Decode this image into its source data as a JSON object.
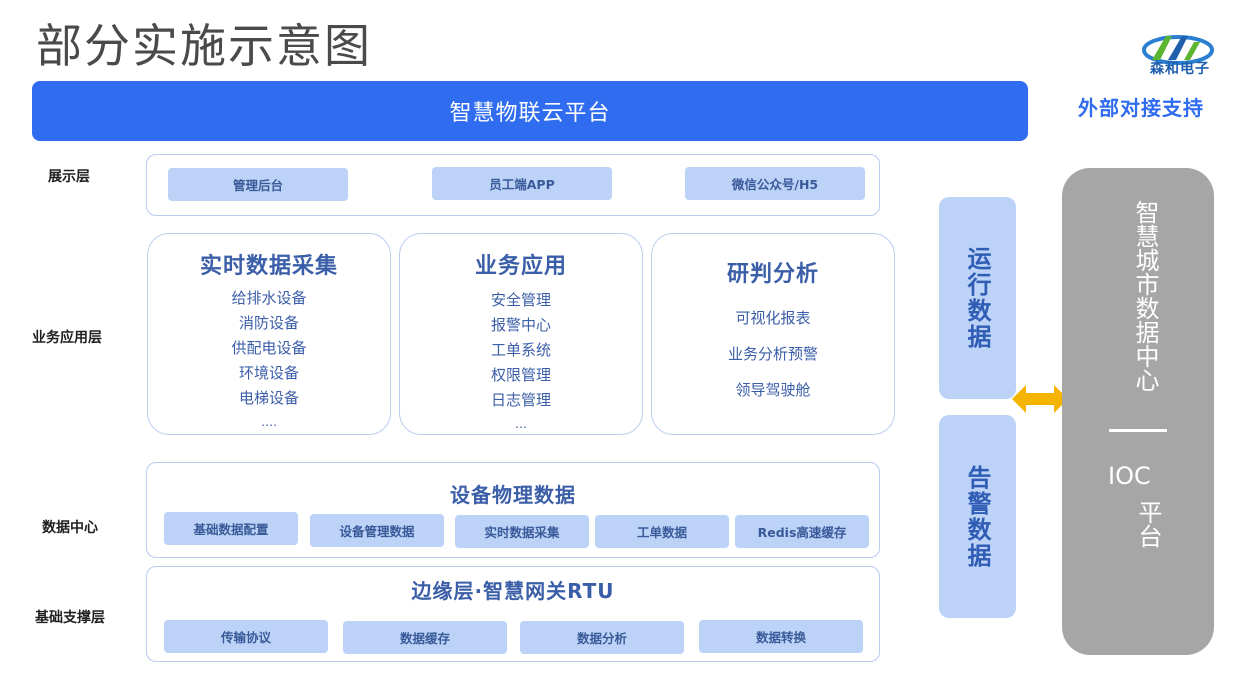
{
  "page": {
    "title": "部分实施示意图",
    "logo_text": "森和电子"
  },
  "banner": {
    "label": "智慧物联云平台"
  },
  "external": {
    "title": "外部对接支持"
  },
  "layers": {
    "display": {
      "label": "展示层",
      "chips": [
        "管理后台",
        "员工端APP",
        "微信公众号/H5"
      ]
    },
    "business": {
      "label": "业务应用层",
      "cards": [
        {
          "title": "实时数据采集",
          "items": [
            "给排水设备",
            "消防设备",
            "供配电设备",
            "环境设备",
            "电梯设备"
          ],
          "more": "…."
        },
        {
          "title": "业务应用",
          "items": [
            "安全管理",
            "报警中心",
            "工单系统",
            "权限管理",
            "日志管理"
          ],
          "more": "…"
        },
        {
          "title": "研判分析",
          "items": [
            "可视化报表",
            "业务分析预警",
            "领导驾驶舱"
          ],
          "more": ""
        }
      ]
    },
    "data_center": {
      "label": "数据中心",
      "title": "设备物理数据",
      "chips": [
        "基础数据配置",
        "设备管理数据",
        "实时数据采集",
        "工单数据",
        "Redis高速缓存"
      ]
    },
    "foundation": {
      "label": "基础支撑层",
      "title": "边缘层·智慧网关RTU",
      "chips": [
        "传输协议",
        "数据缓存",
        "数据分析",
        "数据转换"
      ]
    }
  },
  "side": {
    "run_data": "运行数据",
    "alarm_data": "告警数据"
  },
  "ioc": {
    "vertical": "智慧城市数据中心",
    "label": "IOC",
    "sub": "平台"
  },
  "colors": {
    "banner": "#2f6cf0",
    "chip": "#bcd3f7",
    "text_blue": "#3b5ea8",
    "ioc_panel": "#a6a6a6",
    "arrow": "#f5b400"
  }
}
